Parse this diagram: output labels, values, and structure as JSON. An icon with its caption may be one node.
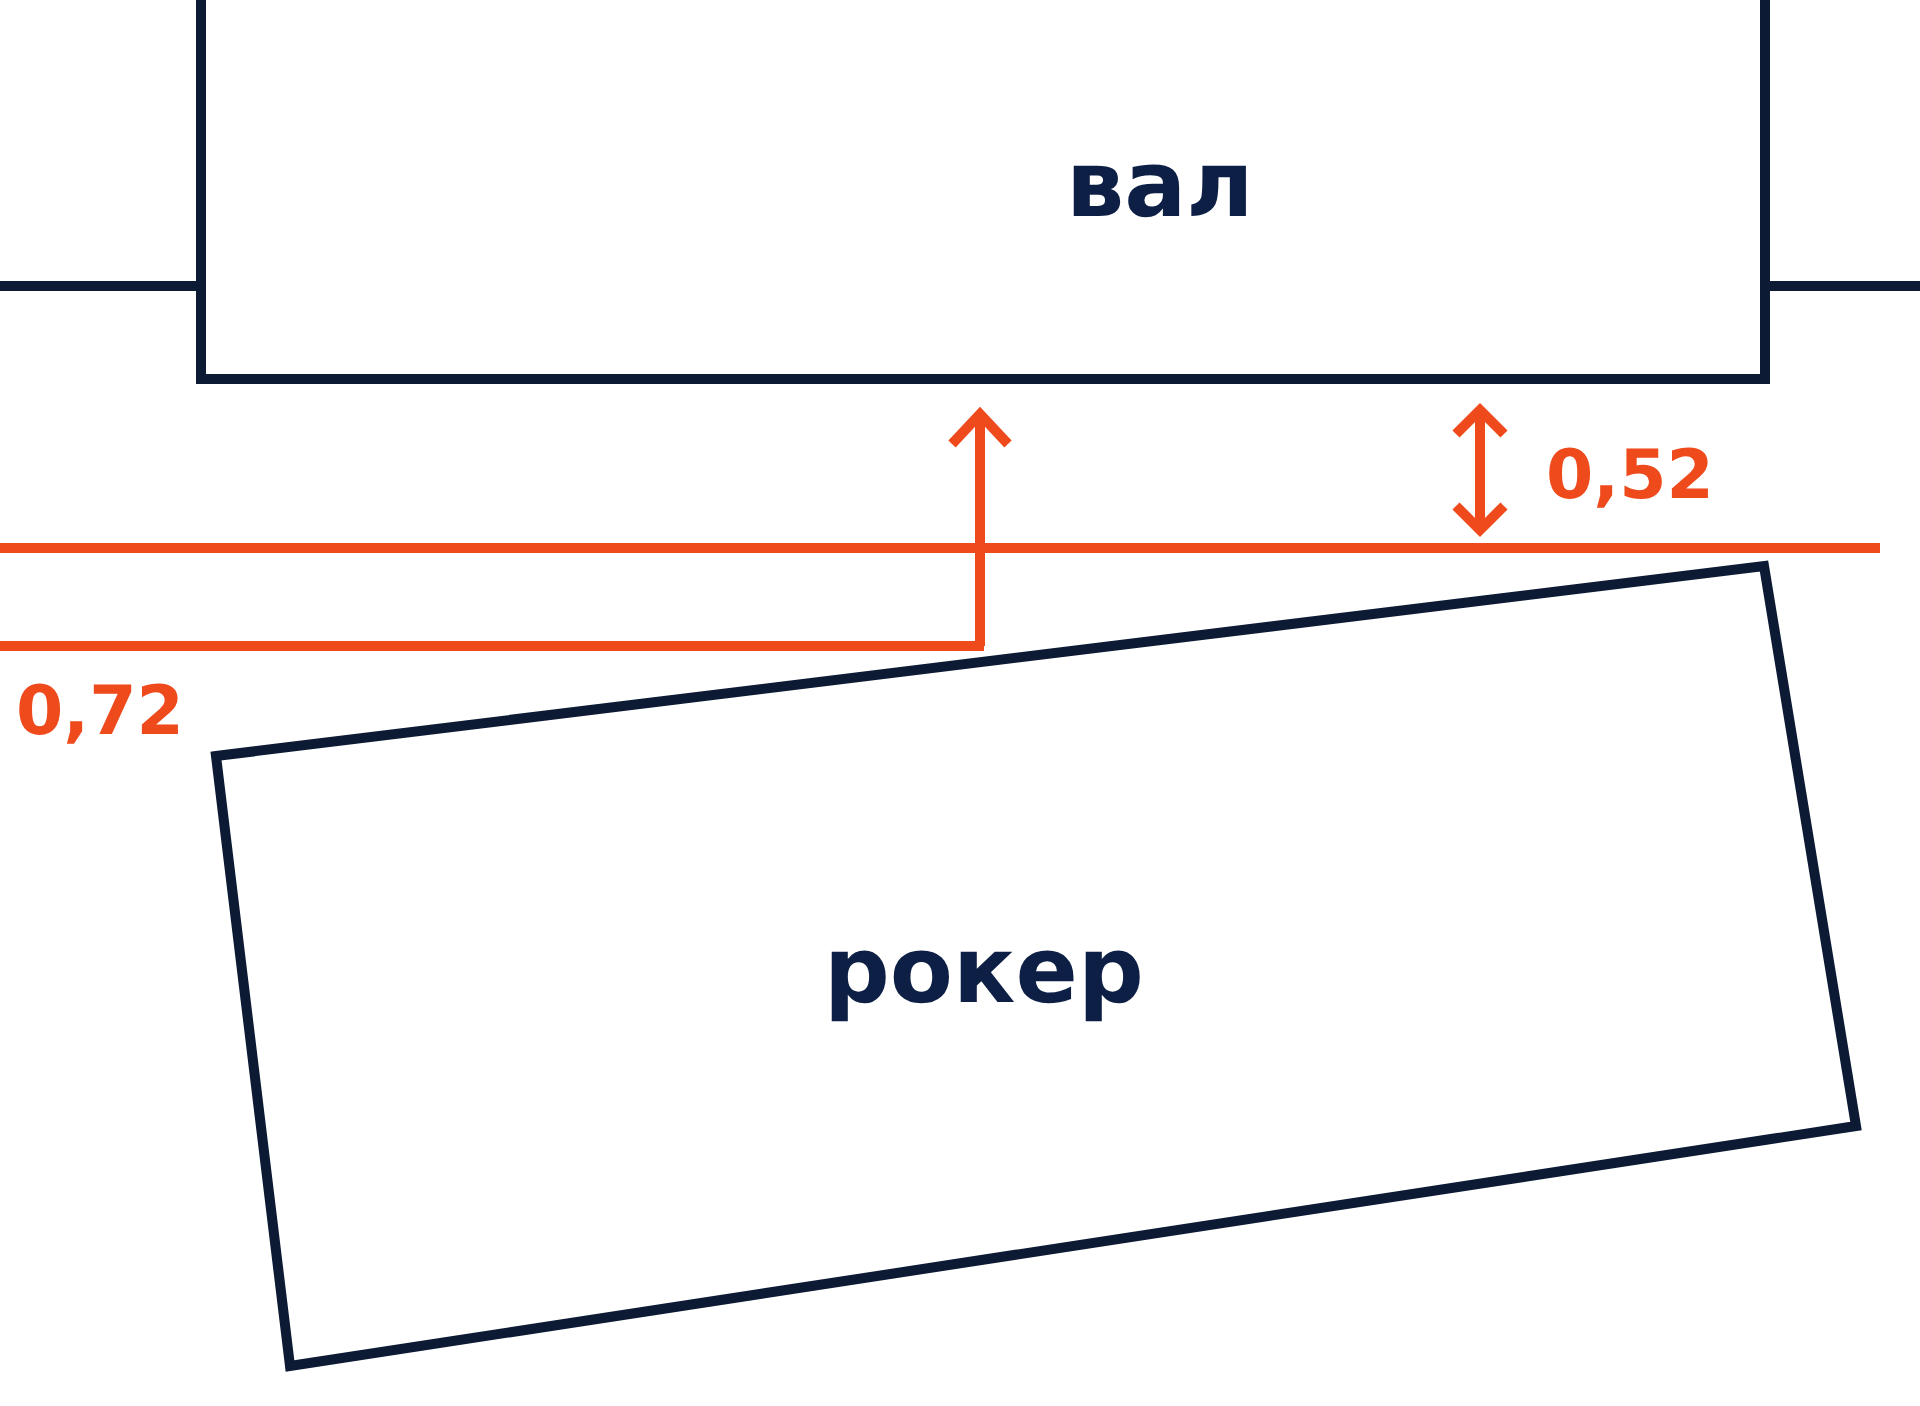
{
  "diagram": {
    "nodes": [
      {
        "text": [
          "вал"
        ]
      },
      {
        "text": [
          "рокер"
        ]
      }
    ],
    "labels": [
      "0,52",
      "0,72"
    ]
  }
}
